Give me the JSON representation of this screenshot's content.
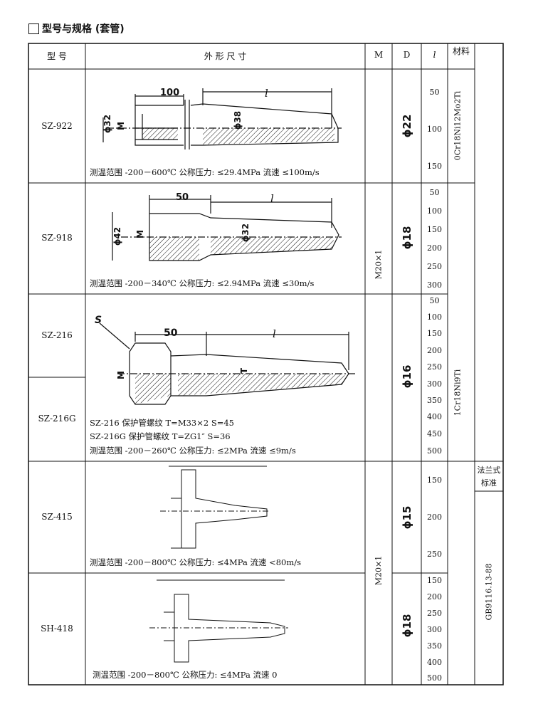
{
  "section_title": "型号与规格 (套管)",
  "headers": {
    "model": "型 号",
    "shape": "外 形 尺 寸",
    "m": "M",
    "d": "D",
    "l": "l",
    "material": "材料"
  },
  "rows": [
    {
      "model": "SZ-922",
      "d": "ϕ22",
      "lengths": [
        "50",
        "100",
        "150"
      ],
      "note1": "测温范围 -200－600℃  公称压力: ≤29.4MPa  流速 ≤100m/s",
      "dim_a": "100",
      "dim_l": "l",
      "dia_outer": "ϕ32",
      "dia_inner": "ϕ38",
      "m": "M"
    },
    {
      "model": "SZ-918",
      "d": "ϕ18",
      "lengths": [
        "50",
        "100",
        "150",
        "200",
        "250",
        "300"
      ],
      "note1": "测温范围 -200－340℃  公称压力: ≤2.94MPa  流速 ≤30m/s",
      "dim_a": "50",
      "dim_l": "l",
      "dia_outer": "ϕ42",
      "dia_inner": "ϕ32",
      "m": "M"
    },
    {
      "model": "SZ-216",
      "model2": "SZ-216G",
      "d": "ϕ16",
      "lengths": [
        "50",
        "100",
        "150",
        "200",
        "250",
        "300",
        "350",
        "400",
        "450",
        "500"
      ],
      "note_a": "SZ-216 保护管螺纹 T=M33×2  S=45",
      "note_b": "SZ-216G 保护管螺纹 T=ZG1″  S=36",
      "note1": "测温范围 -200－260℃  公称压力: ≤2MPa  流速 ≤9m/s",
      "dim_a": "50",
      "dim_l": "l",
      "s": "S",
      "m": "M",
      "t": "T"
    },
    {
      "model": "SZ-415",
      "d": "ϕ15",
      "lengths": [
        "150",
        "200",
        "250"
      ],
      "note1": "测温范围 -200－800℃  公称压力: ≤4MPa  流速 <80m/s"
    },
    {
      "model": "SH-418",
      "d": "ϕ18",
      "lengths": [
        "150",
        "200",
        "250",
        "300",
        "350",
        "400",
        "500"
      ],
      "note1": "测温范围 -200－800℃  公称压力: ≤4MPa  流速 0"
    }
  ],
  "m_values": [
    "M20×1",
    "M20×1"
  ],
  "materials": [
    "0Cr18Ni12Mo2Ti",
    "1Cr18Ni9Ti"
  ],
  "flange": {
    "label": "法兰式标准",
    "standard": "GB9116.13-88"
  }
}
